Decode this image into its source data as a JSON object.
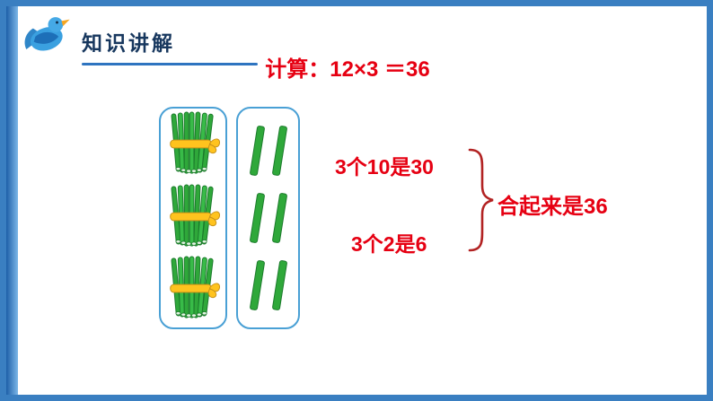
{
  "header": {
    "title": "知识讲解"
  },
  "equation": {
    "text": "计算：12×3 ＝36"
  },
  "illustration": {
    "bundles": {
      "count": 3,
      "sticks_per_bundle": 10
    },
    "singles": {
      "rows": 3,
      "sticks_per_row": 2
    }
  },
  "annotations": {
    "tens": "3个10是30",
    "ones": "3个2是6",
    "total": "合起来是36"
  },
  "colors": {
    "frame_blue": "#3a7fc1",
    "title_blue": "#17375e",
    "text_red": "#e60012",
    "stick_green": "#2fa83a",
    "tie_yellow": "#ffc31e",
    "box_border": "#49a0d5",
    "brace_red": "#b22222"
  }
}
